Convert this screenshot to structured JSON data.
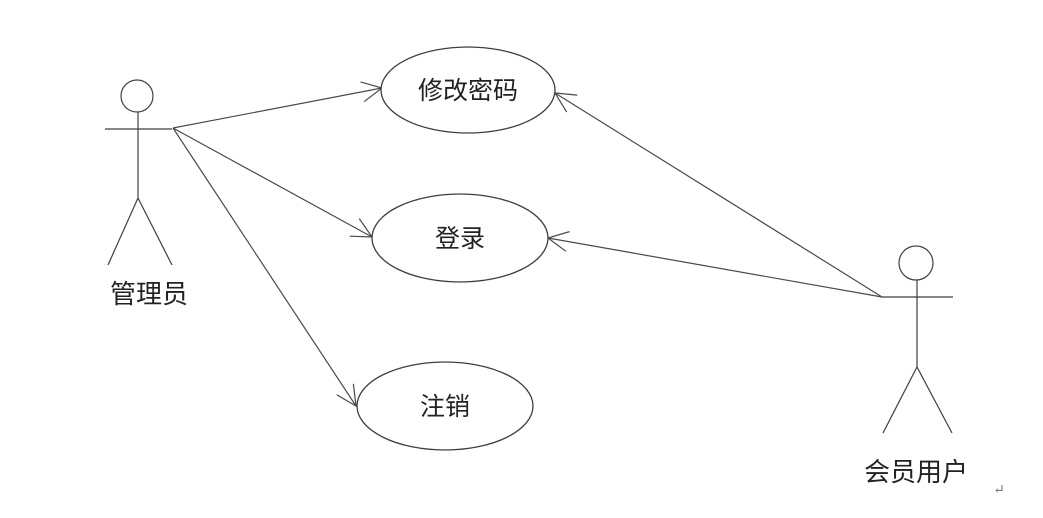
{
  "diagram": {
    "type": "uml-use-case-diagram",
    "colors": {
      "line": "#4a4a4a",
      "outline": "#3f3f3f",
      "text": "#222222",
      "paragraph_mark_color": "#7a7a7a"
    },
    "actors": [
      {
        "name": "管理员"
      },
      {
        "name": "会员用户"
      }
    ],
    "use_cases": [
      {
        "label": "修改密码"
      },
      {
        "label": "登录"
      },
      {
        "label": "注销"
      }
    ],
    "associations": [
      {
        "from": "管理员",
        "to": "修改密码"
      },
      {
        "from": "管理员",
        "to": "登录"
      },
      {
        "from": "管理员",
        "to": "注销"
      },
      {
        "from": "会员用户",
        "to": "修改密码"
      },
      {
        "from": "会员用户",
        "to": "登录"
      }
    ],
    "paragraph_mark": "↵"
  }
}
